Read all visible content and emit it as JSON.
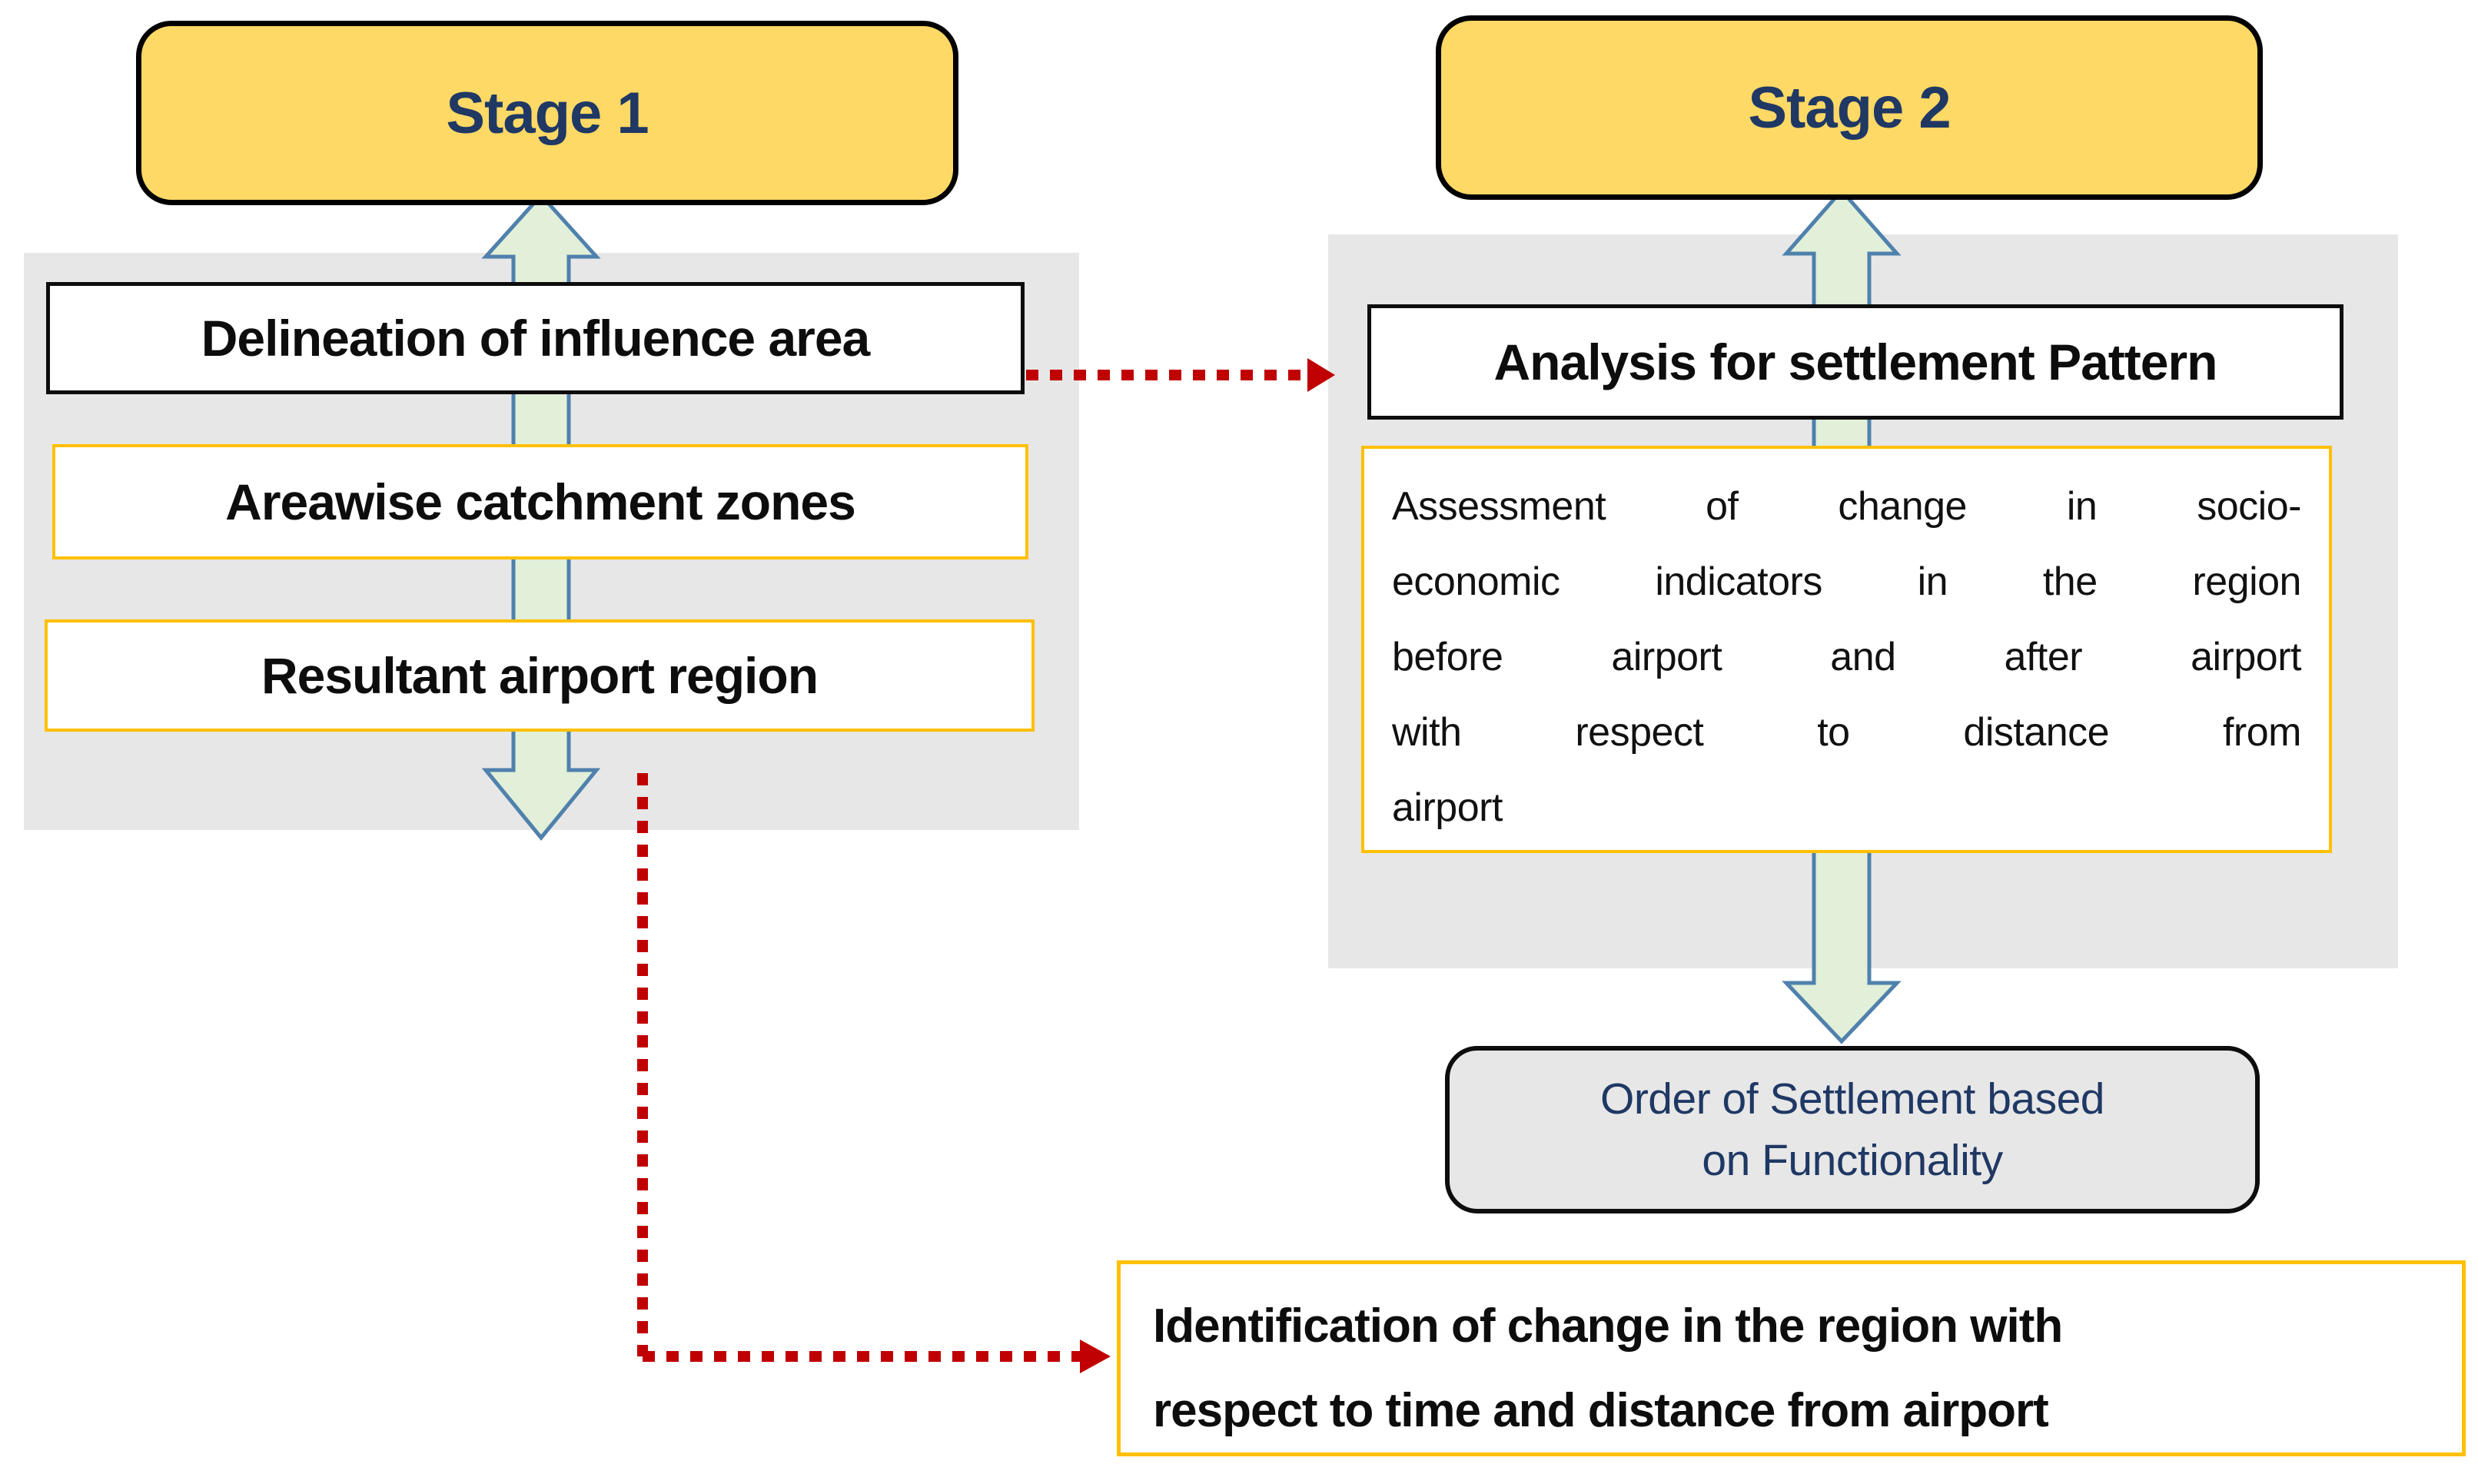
{
  "diagram_title": "Two-stage airport region analysis flow",
  "colors": {
    "stage_fill": "#FFD966",
    "stage_border": "#000000",
    "stage_text": "#1F3864",
    "panel_background": "#E7E7E7",
    "gold_border": "#FFC000",
    "black_border": "#0d0d0d",
    "flow_arrow_fill": "#E2EFD9",
    "flow_arrow_stroke": "#4F81AC",
    "red_connector": "#C00000",
    "order_box_fill": "#E7E7E7",
    "order_box_text": "#1F3864",
    "body_text": "#111111"
  },
  "stage1": {
    "label": "Stage 1"
  },
  "stage2": {
    "label": "Stage 2"
  },
  "left_panel": {
    "box1": {
      "label": "Delineation of influence area"
    },
    "box2": {
      "label": "Areawise catchment zones"
    },
    "box3": {
      "label": "Resultant airport region"
    }
  },
  "right_panel": {
    "analysis": {
      "label": "Analysis for settlement Pattern"
    },
    "assessment": {
      "lines": [
        "Assessment of change in socio-",
        "economic indicators in the region",
        "before airport and after airport",
        "with respect to distance from",
        "airport"
      ]
    }
  },
  "order_box": {
    "line1": "Order of Settlement based",
    "line2": "on Functionality"
  },
  "bottom_box": {
    "line1": "Identification of change in the region with",
    "line2": "respect to time and distance from airport"
  },
  "icons": {
    "left_flow_arrow": "double-headed-vertical-block-arrow",
    "right_flow_arrow": "double-headed-vertical-block-arrow",
    "cross_link_arrow": "red-dotted-arrow-right",
    "elbow_link_arrow": "red-dotted-elbow-arrow-right"
  }
}
